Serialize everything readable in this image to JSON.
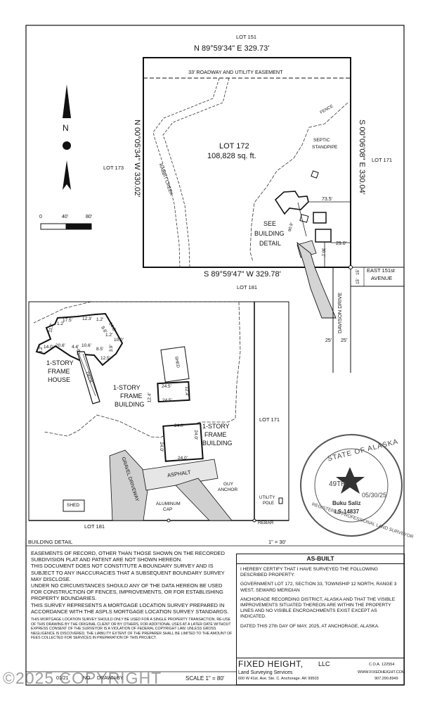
{
  "plat": {
    "top_lot": "LOT 151",
    "north_bearing": "N 89°59'34\" E  329.73'",
    "easement": "33' ROADWAY AND UTILITY EASEMENT",
    "west_bearing": "N 00°05'34\" W  330.02'",
    "east_bearing": "S 00°06'08\" E  330.04'",
    "south_bearing": "S 89°59'47\" W  329.78'",
    "lot_west": "LOT 173",
    "lot_east": "LOT 171",
    "lot_south": "LOT 181",
    "lot_name": "LOT 172",
    "lot_area": "108,828 sq. ft.",
    "rabbit_creek": "RABBIT CREEK",
    "fence": "FENCE",
    "septic": [
      "SEPTIC",
      "STANDPIPE"
    ],
    "see_detail": [
      "SEE",
      "BUILDING",
      "DETAIL"
    ],
    "dim_73": "73.5'",
    "dim_29": "29.0'",
    "dim_30": "30.1'",
    "dim_90": "90.9'",
    "east_151st": [
      "EAST 151st",
      "AVENUE"
    ],
    "dim_15a": "15'",
    "dim_15b": "15'",
    "davison": "DAVISON DRIVE",
    "dim_25a": "25'",
    "dim_25b": "25'",
    "north_label": "N",
    "scale_ticks": [
      "0",
      "40'",
      "80'"
    ]
  },
  "detail": {
    "house": [
      "1-STORY",
      "FRAME",
      "HOUSE"
    ],
    "house_dims": [
      "11.2'",
      "17.5'",
      "12.3'",
      "1.2'",
      "9.6'",
      "14.8'",
      "10.0'",
      "20.6'",
      "14.0'",
      "4.4'",
      "10.6'",
      "8.5'",
      "12.5'",
      "3.9'",
      "1.2'",
      "8.2'",
      "1.2'",
      "3.9'"
    ],
    "deck": "DECK",
    "shed_top": "SHED",
    "building1": [
      "1-STORY",
      "FRAME",
      "BUILDING"
    ],
    "b1_dims": [
      "24.5'",
      "12.4'",
      "12.4'",
      "24.5'"
    ],
    "building2": [
      "1-STORY",
      "FRAME",
      "BUILDING"
    ],
    "b2_dims": [
      "24.0'",
      "24.0'",
      "24.0'",
      "24.0'"
    ],
    "gravel": "GRAVEL DRIVEWAY",
    "asphalt": "ASPHALT",
    "guy_anchor": [
      "GUY",
      "ANCHOR"
    ],
    "utility_pole": [
      "UTILITY",
      "POLE"
    ],
    "shed_bottom": "SHED",
    "aluminum_cap": [
      "ALUMINUM",
      "CAP"
    ],
    "lot_171": "LOT 171",
    "lot_181": "LOT 181",
    "rebar": "REBAR",
    "title": "BUILDING DETAIL",
    "scale": "1\" = 30'"
  },
  "seal": {
    "top": "STATE OF ALASKA",
    "number": "49TH",
    "date": "05/30/25",
    "signature": "Buku Saliz",
    "license": "LS-14837",
    "bottom": "REGISTERED PROFESSIONAL LAND SURVEYOR"
  },
  "notes": [
    "EASEMENTS OF RECORD, OTHER THAN THOSE SHOWN ON THE RECORDED SUBDIVISION PLAT AND PATENT ARE NOT SHOWN HEREON.",
    "THIS DOCUMENT DOES NOT CONSTITUTE A BOUNDARY SURVEY AND IS SUBJECT TO ANY INACCURACIES THAT A SUBSEQUENT BOUNDARY SURVEY MAY DISCLOSE.",
    "UNDER NO CIRCUMSTANCES SHOULD ANY OF THE DATA HEREON BE USED FOR CONSTRUCTION OF FENCES, IMPROVEMENTS, OR FOR ESTABLISHING PROPERTY BOUNDARIES.",
    "THIS SURVEY REPRESENTS A MORTGAGE LOCATION SURVEY PREPARED IN ACCORDANCE WITH THE ASPLS MORTGAGE LOCATION SURVEY STANDARDS."
  ],
  "fine_print": "THIS MORTGAGE LOCATION SURVEY SHOULD ONLY BE USED FOR A SINGLE PROPERTY TRANSACTION. RE-USE OF THIS DRAWING BY THE ORIGINAL CLIENT OR BY OTHERS, FOR ADDITIONAL USES AT A LATER DATE WITHOUT EXPRESS CONSENT OF THE SURVEYOR IS A VIOLATION OF FEDERAL COPYRIGHT LAW. UNLESS GROSS NEGLIGENCE IS DISCOVERED, THE LIABILITY EXTENT OF THE PREPARER SHALL BE LIMITED TO THE AMOUNT OF FEES COLLECTED FOR SERVICES IN PREPARATION OF THIS PROJECT.",
  "certificate": {
    "header": "AS-BUILT",
    "p1": "I HEREBY CERTIFY THAT I HAVE SURVEYED THE FOLLOWING DESCRIBED PROPERTY:",
    "p2": "GOVERNMENT LOT 172, SECTION 33, TOWNSHIP 12 NORTH, RANGE 3 WEST, SEWARD MERIDIAN",
    "p3": "ANCHORAGE RECORDING DISTRICT, ALASKA AND THAT THE VISIBLE IMPROVEMENTS SITUATED THEREON ARE WITHIN THE PROPERTY LINES AND NO VISIBLE ENCROACHMENTS EXIST EXCEPT AS INDICATED.",
    "p4": "DATED THIS 27th DAY OF MAY, 2025, AT ANCHORAGE, ALASKA."
  },
  "firm": {
    "name": "FIXED HEIGHT,",
    "llc": "LLC",
    "coa": "C.O.A.  122554",
    "services": "Land Surveying Services",
    "website": "WWW.FIXEDHEIGHT.COM",
    "address": "600 W 41st. Ave. Ste. C. Anchorage. AK 99503",
    "phone": "907.290.8949"
  },
  "footer": {
    "left": "01/21",
    "mid1": "NO",
    "mid2": "DRAWN BY",
    "scale": "SCALE 1\" = 80'",
    "copyright": "©2025 COPYRIGHT"
  }
}
